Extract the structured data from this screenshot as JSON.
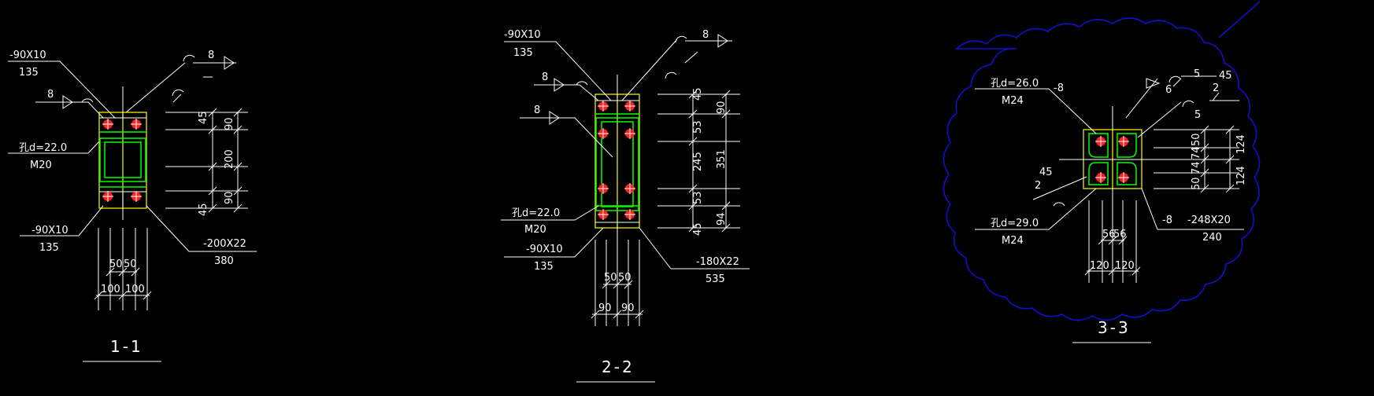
{
  "sections": [
    {
      "title": "1-1",
      "labels": {
        "plate_top": "-90X10",
        "plate_top_len": "135",
        "weld_top": "8",
        "weld_left": "8",
        "hole": "孔d=22.0",
        "bolt": "M20",
        "plate_bottom": "-90X10",
        "plate_bottom_len": "135",
        "flange_plate": "-200X22",
        "flange_plate_len": "380"
      },
      "dims_right": [
        "45",
        "90",
        "200",
        "90",
        "45"
      ],
      "dims_bottom_inner": [
        "50",
        "50"
      ],
      "dims_bottom_outer": [
        "100",
        "100"
      ]
    },
    {
      "title": "2-2",
      "labels": {
        "plate_top": "-90X10",
        "plate_top_len": "135",
        "weld_top": "8",
        "weld_left": "8",
        "weld_mid": "8",
        "hole": "孔d=22.0",
        "bolt": "M20",
        "plate_bottom": "-90X10",
        "plate_bottom_len": "135",
        "flange_plate": "-180X22",
        "flange_plate_len": "535"
      },
      "dims_right_inner": [
        "45",
        "53",
        "245",
        "53",
        "45"
      ],
      "dims_right_outer": [
        "90",
        "351",
        "94"
      ],
      "dims_bottom_inner": [
        "50",
        "50"
      ],
      "dims_bottom_outer": [
        "90",
        "90"
      ]
    },
    {
      "title": "3-3",
      "labels": {
        "hole_top": "孔d=26.0",
        "bolt_top": "M24",
        "plate_top": "-8",
        "weld_5a": "5",
        "weld_45": "45",
        "weld_6": "6",
        "weld_2": "2",
        "weld_5b": "5",
        "weld_left_45": "45",
        "weld_left_2": "2",
        "hole_bottom": "孔d=29.0",
        "bolt_bottom": "M24",
        "plate_side": "-8",
        "flange_plate": "-248X20",
        "flange_plate_len": "240"
      },
      "dims_right_inner": [
        "50",
        "74",
        "74",
        "50"
      ],
      "dims_right_outer": [
        "124",
        "124"
      ],
      "dims_bottom_inner": [
        "56",
        "56"
      ],
      "dims_bottom_outer": [
        "120",
        "120"
      ]
    }
  ],
  "colors": {
    "background": "#000000",
    "lines": "#ffffff",
    "plate": "#ffff00",
    "section": "#00ff00",
    "bolt": "#ff2020",
    "cloud": "#1010c8"
  }
}
